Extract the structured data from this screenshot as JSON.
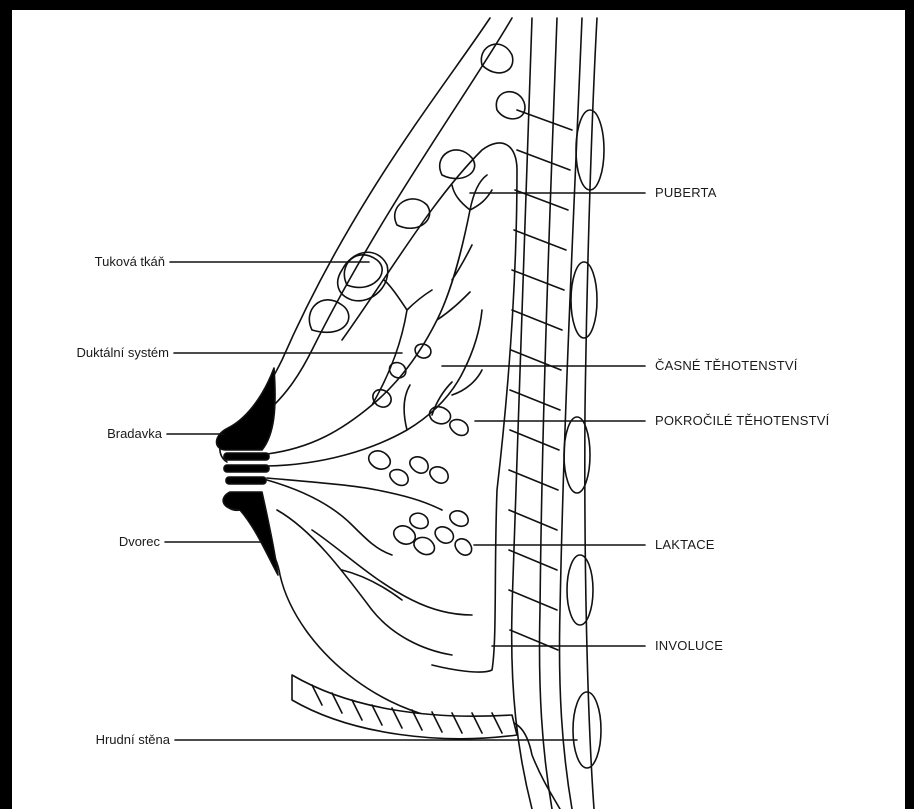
{
  "left_labels": {
    "fat_tissue": "Tuková tkáň",
    "ductal_system": "Duktální systém",
    "nipple": "Bradavka",
    "areola": "Dvorec",
    "chest_wall": "Hrudní stěna"
  },
  "right_labels": {
    "puberty": "PUBERTA",
    "early_pregnancy": "ČASNÉ TĚHOTENSTVÍ",
    "advanced_pregnancy": "POKROČILÉ TĚHOTENSTVÍ",
    "lactation": "LAKTACE",
    "involution": "INVOLUCE"
  }
}
